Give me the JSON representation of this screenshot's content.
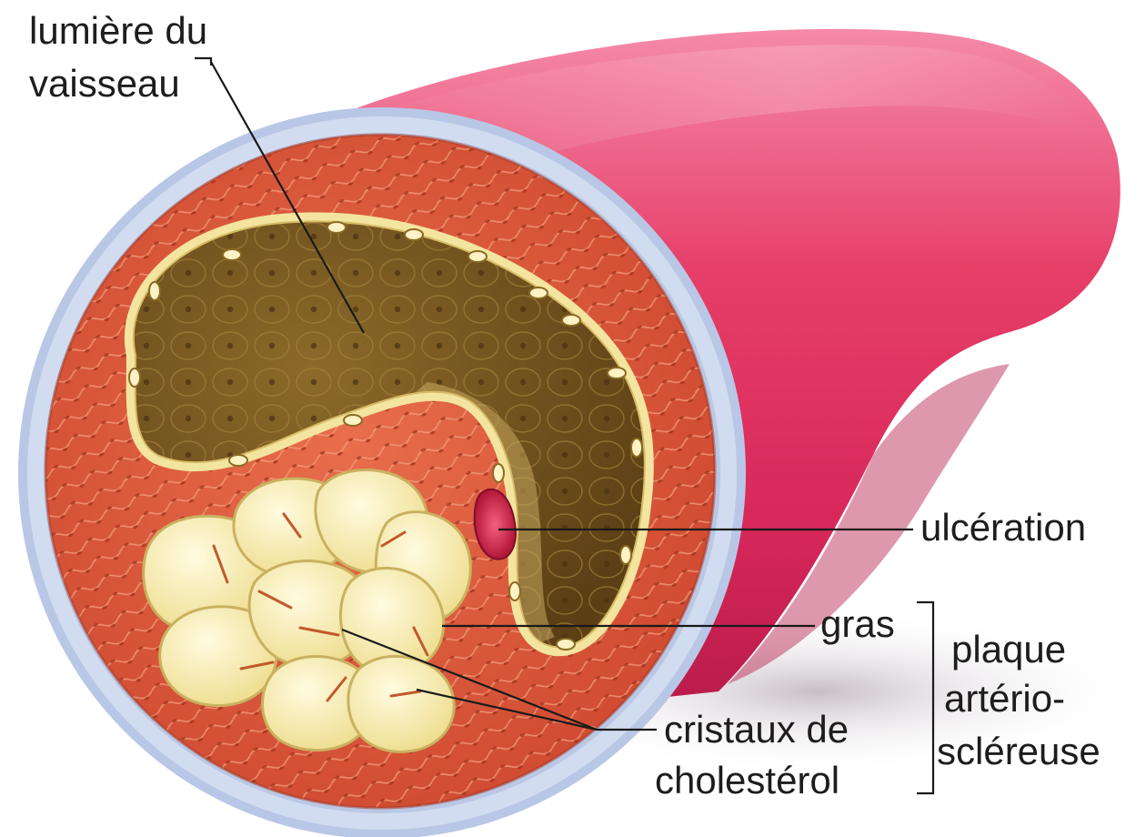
{
  "labels": {
    "lumen_line1": "lumière du",
    "lumen_line2": "vaisseau",
    "ulceration": "ulcération",
    "fat": "gras",
    "cholesterol_line1": "cristaux de",
    "cholesterol_line2": "cholestérol",
    "plaque_line1": "plaque",
    "plaque_line2": "artério-",
    "plaque_line3": "scléreuse"
  },
  "colors": {
    "vessel_outer": "#e0335e",
    "adventitia": "#c8d3ea",
    "media": "#d9553a",
    "endothelium": "#efe19a",
    "lumen": "#6e4e1c",
    "plaque": "#f4ecaa",
    "ulcer": "#c31d3e",
    "leader_line": "#1a1a1a"
  }
}
